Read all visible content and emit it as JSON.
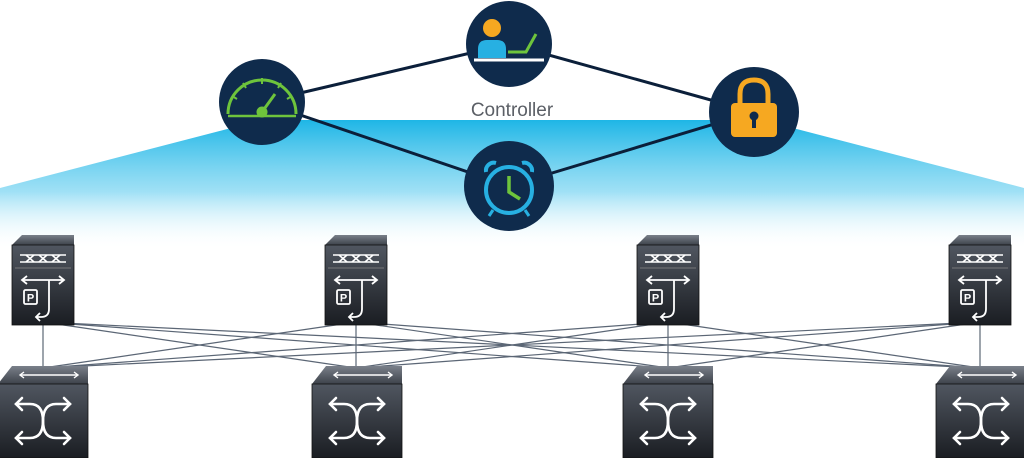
{
  "controller": {
    "label": "Controller"
  },
  "controller_icons": [
    "analytics-gauge-icon",
    "user-laptop-icon",
    "lock-icon",
    "alarm-clock-icon"
  ],
  "devices": {
    "top_row": {
      "count": 4,
      "icon": "p-device-icon"
    },
    "bottom_row": {
      "count": 4,
      "icon": "crossed-arrows-switch-icon"
    }
  },
  "colors": {
    "node_fill": "#0f2b4c",
    "link": "#0b1f3a",
    "glow": "#1eb6e6",
    "green": "#6ec43c",
    "amber": "#f6a821",
    "cyan": "#27b0e2",
    "device": "#2b2f35"
  }
}
